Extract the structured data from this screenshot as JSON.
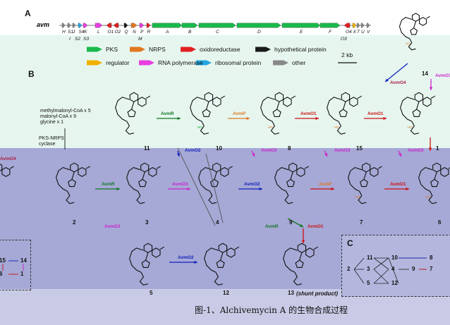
{
  "panel_a": {
    "label": "A",
    "cluster_name": "avm",
    "genes": [
      {
        "name": "H",
        "color": "#888888"
      },
      {
        "name": "S1",
        "color": "#888888"
      },
      {
        "name": "J",
        "color": "#888888"
      },
      {
        "name": "S4",
        "color": "#22a7e0"
      },
      {
        "name": "K",
        "color": "#e83fe0"
      },
      {
        "name": "L",
        "color": "#e83fe0"
      },
      {
        "name": "O1",
        "color": "#e02020"
      },
      {
        "name": "O2",
        "color": "#e02020"
      },
      {
        "name": "Q",
        "color": "#1a1a1a"
      },
      {
        "name": "N",
        "color": "#e07820"
      },
      {
        "name": "P",
        "color": "#e83fe0"
      },
      {
        "name": "R",
        "color": "#e02020"
      },
      {
        "name": "A",
        "color": "#19b94a"
      },
      {
        "name": "B",
        "color": "#19b94a"
      },
      {
        "name": "C",
        "color": "#19b94a"
      },
      {
        "name": "D",
        "color": "#19b94a"
      },
      {
        "name": "E",
        "color": "#19b94a"
      },
      {
        "name": "F",
        "color": "#19b94a"
      },
      {
        "name": "O4",
        "color": "#e02020"
      },
      {
        "name": "X",
        "color": "#f0b000"
      },
      {
        "name": "T",
        "color": "#888888"
      },
      {
        "name": "U",
        "color": "#888888"
      },
      {
        "name": "V",
        "color": "#888888"
      }
    ],
    "sub_labels": [
      "I",
      "S2",
      "S3",
      "M",
      "O3"
    ],
    "legend": [
      {
        "label": "PKS",
        "color": "#19b94a"
      },
      {
        "label": "NRPS",
        "color": "#e07820"
      },
      {
        "label": "oxidoreductase",
        "color": "#e02020"
      },
      {
        "label": "hypothetical protein",
        "color": "#1a1a1a"
      },
      {
        "label": "regulator",
        "color": "#f0b000"
      },
      {
        "label": "RNA polymerase",
        "color": "#e83fe0"
      },
      {
        "label": "ribosomal protein",
        "color": "#22a7e0"
      },
      {
        "label": "other",
        "color": "#888888"
      }
    ],
    "scale_bar": "2 kb"
  },
  "panel_b": {
    "label": "B",
    "precursors": [
      "methylmalonyl-CoA x 5",
      "malonyl-CoA  x 9",
      "glycine x 1"
    ],
    "cyclase": "PKS-NRPS\ncyclase",
    "compounds": [
      "14",
      "11",
      "10",
      "8",
      "15",
      "1",
      "2",
      "3",
      "4",
      "9",
      "7",
      "6",
      "5",
      "12",
      "13"
    ],
    "shunt_label": "(shunt product)",
    "enzymes": {
      "avmR": "AvmR",
      "avmP": "AvmP",
      "avmO1": "AvmO1",
      "avmO2": "AvmO2",
      "avmO3": "AvmO3",
      "avmO4": "AvmO4"
    },
    "colors": {
      "avmR": "#117722",
      "avmP": "#e07820",
      "avmO1": "#cc1111",
      "avmO2": "#1122bb",
      "avmO3": "#cc22cc",
      "avmO4": "#aa2244"
    }
  },
  "panel_c": {
    "label": "C",
    "nodes": [
      "2",
      "11",
      "3",
      "5",
      "10",
      "4",
      "12",
      "8",
      "9",
      "7"
    ]
  },
  "left_box": {
    "nodes": [
      "15",
      "14",
      "6",
      "1"
    ]
  },
  "caption": "图-1、Alchivemycin A 的生物合成过程"
}
